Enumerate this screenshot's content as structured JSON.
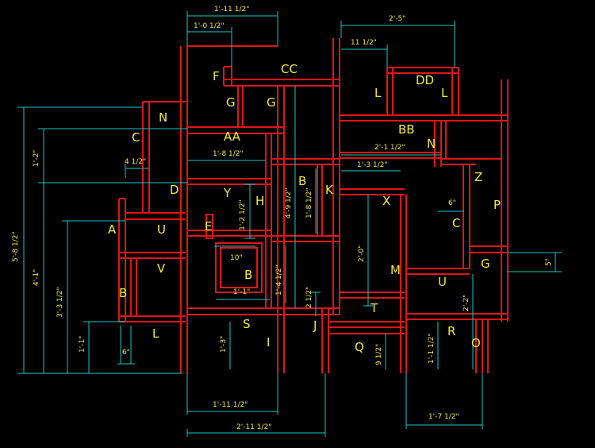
{
  "labels": [
    "F",
    "CC",
    "DD",
    "G",
    "G",
    "L",
    "L",
    "N",
    "C",
    "AA",
    "BB",
    "N",
    "D",
    "Y",
    "H",
    "B",
    "K",
    "X",
    "Z",
    "P",
    "E",
    "A",
    "U",
    "C",
    "B",
    "G",
    "V",
    "M",
    "U",
    "B",
    "T",
    "J",
    "L",
    "S",
    "I",
    "Q",
    "R",
    "O"
  ],
  "dims": [
    "1'-11 1/2\"",
    "1'-0 1/2\"",
    "2'-5\"",
    "11 1/2\"",
    "1'-2\"",
    "4 1/2\"",
    "1'-8 1/2\"",
    "2'-1 1/2\"",
    "1'-3 1/2\"",
    "4'-9 1/2\"",
    "1'-8 1/2\"",
    "1'-2 1/2\"",
    "6\"",
    "5'-8 1/2\"",
    "4'-1\"",
    "3'-3 1/2\"",
    "10\"",
    "1'-4 1/2\"",
    "2'-0\"",
    "5\"",
    "1'-1\"",
    "2 1/2\"",
    "2'-2\"",
    "1'-1\"",
    "6\"",
    "1'-3\"",
    "9 1/2\"",
    "1'-1 1/2\"",
    "1'-7 1/2\"",
    "1'-11 1/2\"",
    "2'-11 1/2\""
  ],
  "colors": {
    "background": "#000000",
    "outline": "#e11414",
    "dimension": "#11c9c9",
    "text": "#f4ea3a"
  }
}
